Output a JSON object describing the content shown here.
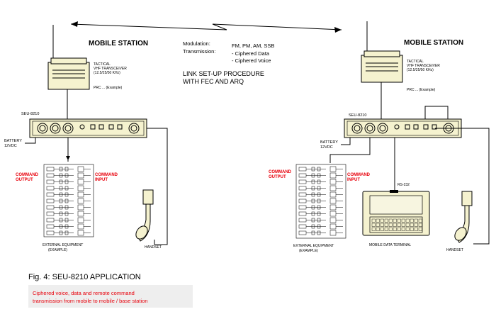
{
  "left": {
    "station_title": "MOBILE STATION",
    "transceiver_label_1": "TACTICAL",
    "transceiver_label_2": "VHF TRANSCEIVER",
    "transceiver_label_3": "(12.5/25/50 KHz)",
    "prc_label": "PRC ... (Example)",
    "seu_label": "SEU-8210",
    "battery_1": "BATTERY",
    "battery_2": "12VDC",
    "cmd_output_1": "COMMAND",
    "cmd_output_2": "OUTPUT",
    "cmd_input_1": "COMMAND",
    "cmd_input_2": "INPUT",
    "ext_equipment_1": "EXTERNAL EQUIPMENT",
    "ext_equipment_2": "(EXAMPLE)",
    "handset": "HANDSET"
  },
  "right": {
    "station_title": "MOBILE STATION",
    "transceiver_label_1": "TACTICAL",
    "transceiver_label_2": "VHF TRANSCEIVER",
    "transceiver_label_3": "(12.5/25/50 KHz)",
    "prc_label": "PRC ... (Example)",
    "seu_label": "SEU-8210",
    "battery_1": "BATTERY",
    "battery_2": "12VDC",
    "cmd_output_1": "COMMAND",
    "cmd_output_2": "OUTPUT",
    "cmd_input_1": "COMMAND",
    "cmd_input_2": "INPUT",
    "ext_equipment_1": "EXTERNAL EQUIPMENT",
    "ext_equipment_2": "(EXAMPLE)",
    "rs232": "RS-232",
    "terminal": "MOBILE DATA TERMINAL",
    "handset": "HANDSET"
  },
  "center": {
    "modulation_label": "Modulation:",
    "modulation_value": "FM, PM, AM, SSB",
    "transmission_label": "Transmission:",
    "transmission_1": "- Ciphered Data",
    "transmission_2": "- Ciphered Voice",
    "procedure_1": "LINK SET-UP PROCEDURE",
    "procedure_2": "WITH FEC AND ARQ"
  },
  "figure": {
    "title": "Fig. 4:  SEU-8210   APPLICATION",
    "caption_1": "Ciphered voice, data and remote command",
    "caption_2": "transmission from mobile to mobile / base station"
  },
  "colors": {
    "panel_fill": "#f5f2cf",
    "accent_red": "#e8000b"
  }
}
